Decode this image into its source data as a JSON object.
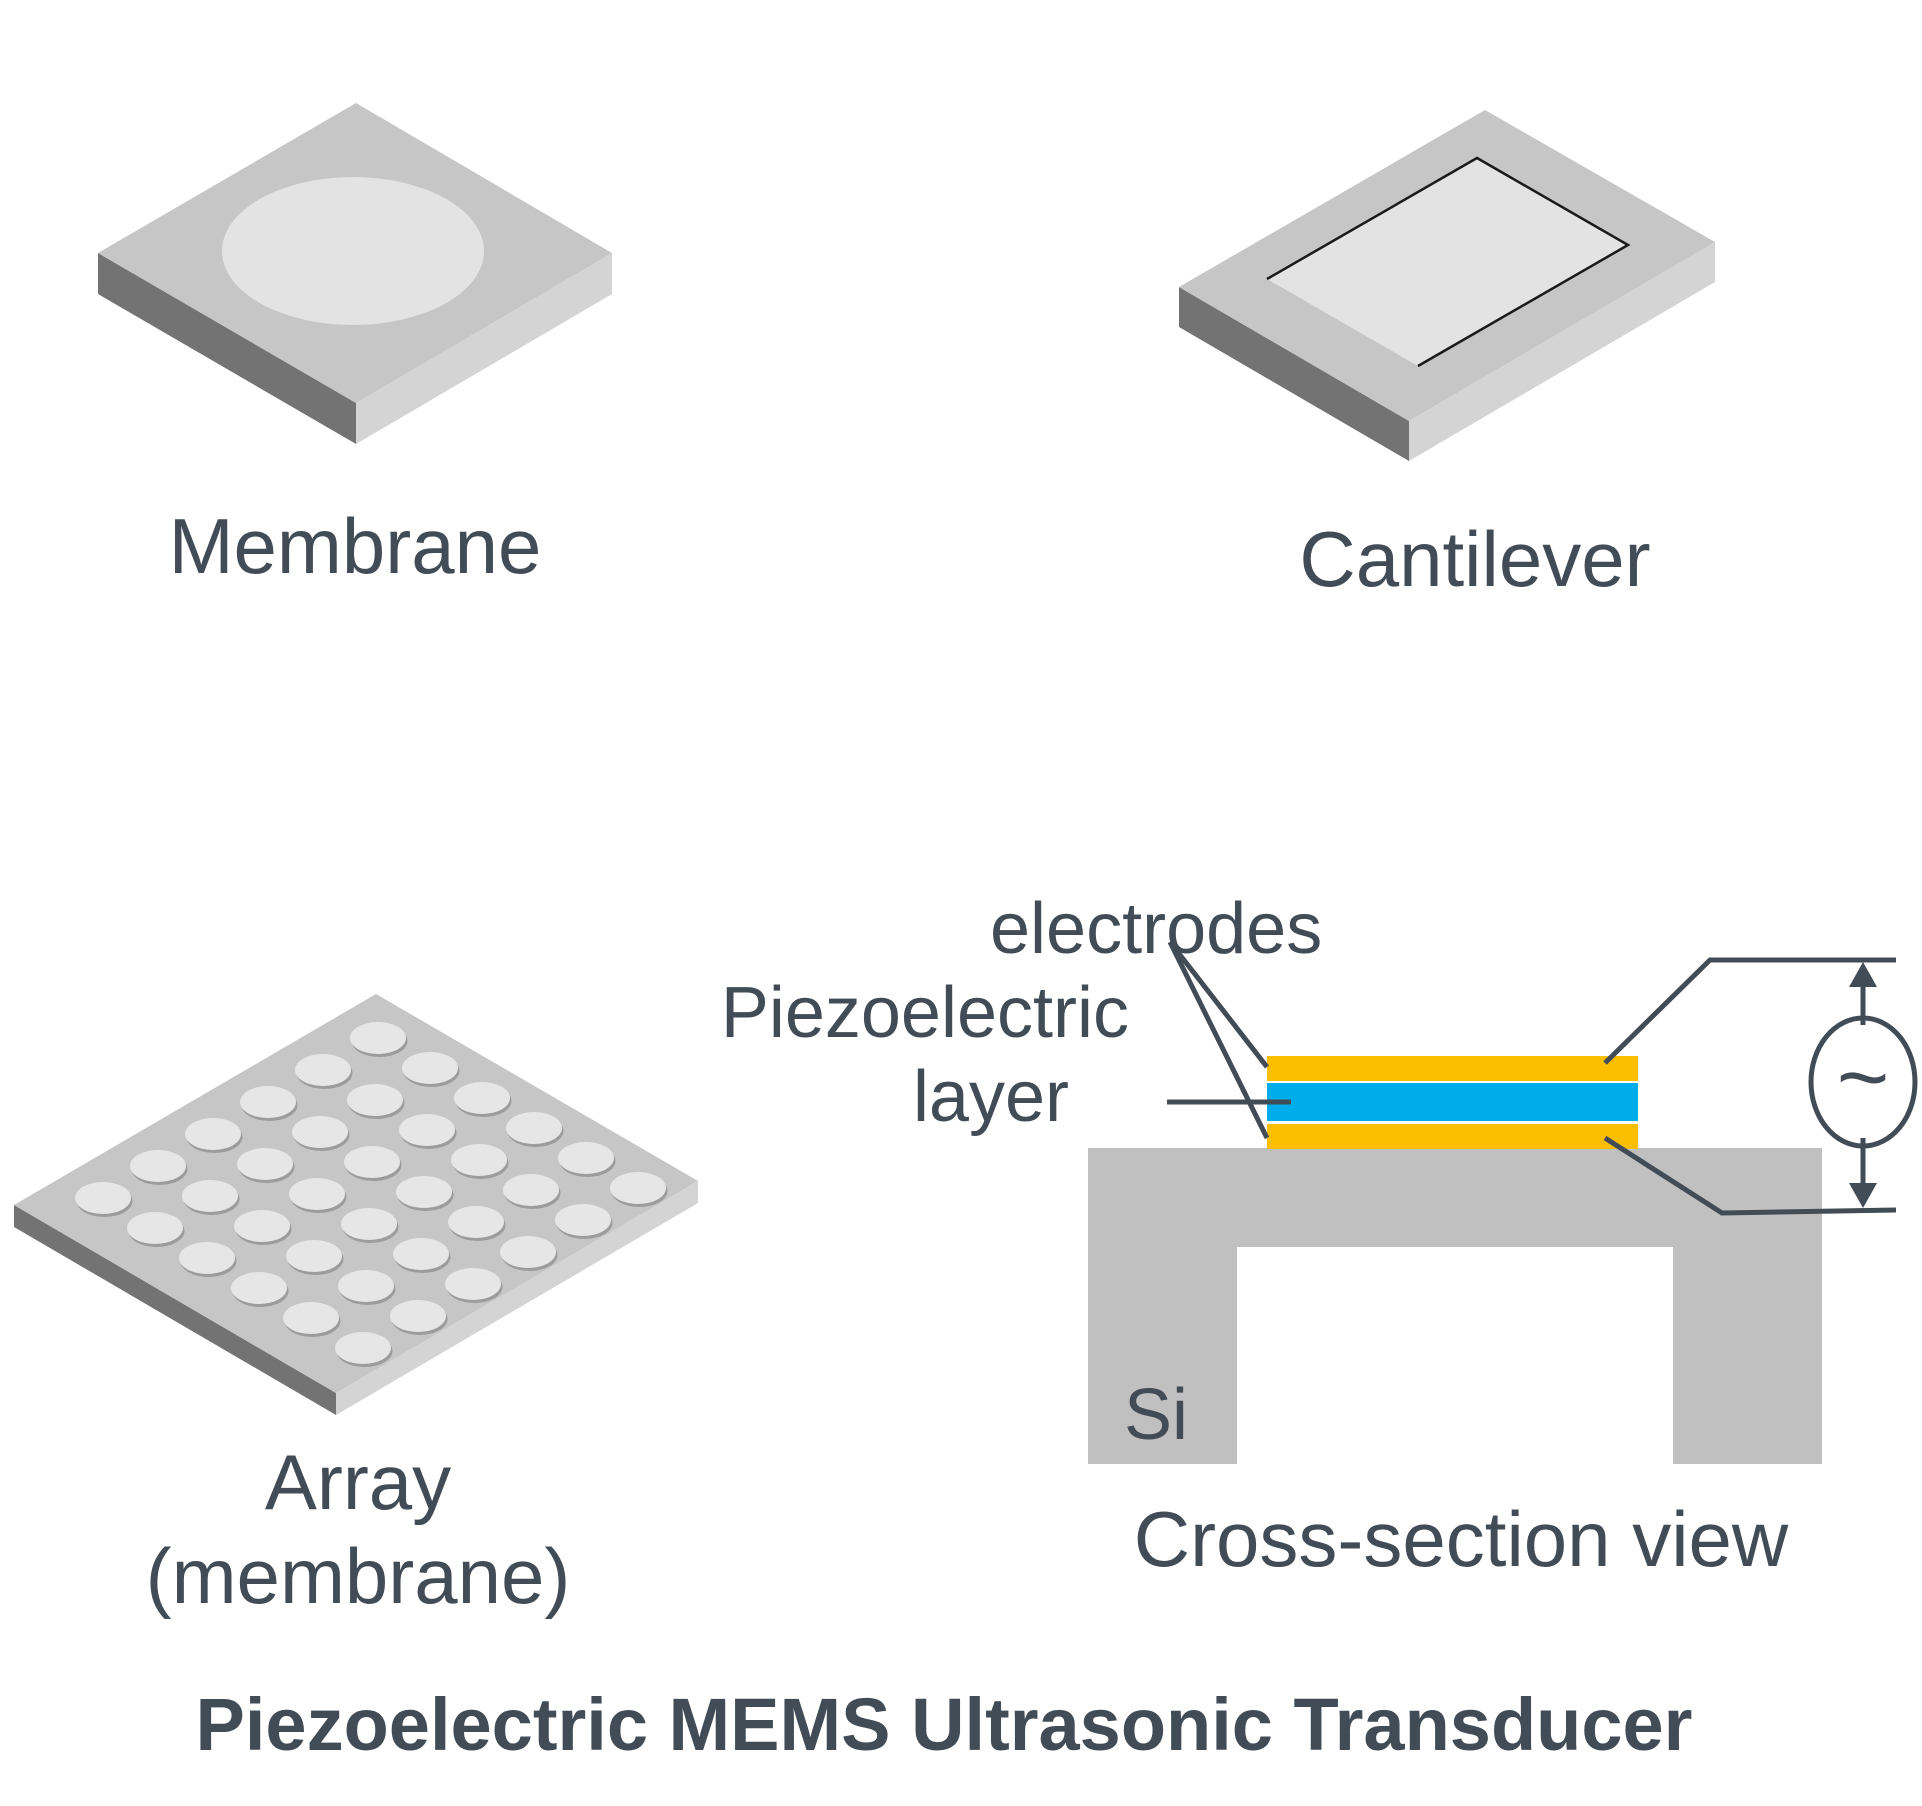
{
  "labels": {
    "membrane": "Membrane",
    "cantilever": "Cantilever",
    "array_line1": "Array",
    "array_line2": "(membrane)",
    "electrodes": "electrodes",
    "piezo_line1": "Piezoelectric",
    "piezo_line2": "layer",
    "si": "Si",
    "cross_section": "Cross-section view",
    "title": "Piezoelectric MEMS Ultrasonic Transducer",
    "ac_source_symbol": "~"
  },
  "colors": {
    "text": "#414c57",
    "line": "#414c57",
    "chip_top": "#c6c6c6",
    "chip_right": "#d4d4d4",
    "chip_left": "#737373",
    "recess": "#e3e3e3",
    "silicon": "#c0c0c0",
    "electrode": "#fcbf00",
    "piezo": "#00adeb"
  }
}
